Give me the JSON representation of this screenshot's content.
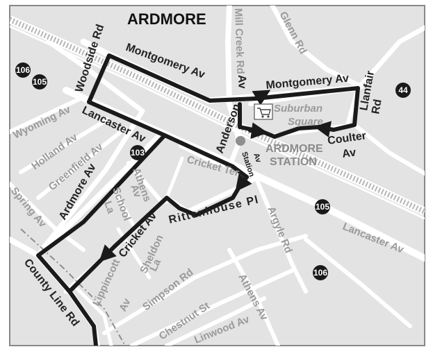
{
  "map": {
    "title": "ARDMORE",
    "colors": {
      "background": "#e3e3e3",
      "road": "#ffffff",
      "route": "#1a1a1a",
      "railway": "#ffffff",
      "railway_ties": "#b5b5b5",
      "grey_label": "#9a9a9a",
      "border": "#888888"
    },
    "streets": {
      "woodside": "Woodside Rd",
      "montgomery_w": "Montgomery Av",
      "montgomery_e": "Montgomery Av",
      "mill_creek_1": "Mill Creek Rd",
      "mill_creek_2": "Av",
      "glenn": "Glenn Rd",
      "llanfair_1": "Llanfair",
      "llanfair_2": "Rd",
      "wyoming": "Wyoming Av",
      "lancaster_w": "Lancaster Av",
      "holland": "Holland Av",
      "greenfield": "Greenfield Av",
      "anderson": "Anderson",
      "station_1": "Station",
      "station_2": "Av",
      "coulter_1": "Coulter",
      "coulter_2": "Av",
      "cricket_ter": "Cricket Ter",
      "spring": "Spring Av",
      "ardmore_av": "Ardmore Av",
      "athens_n_1": "Athens",
      "athens_n_2": "Av",
      "school_1": "School",
      "school_2": "La",
      "rittenhouse": "Rittenhouse Pl",
      "argyle": "Argyle Rd",
      "lancaster_e": "Lancaster Av",
      "cricket_av": "Cricket Av",
      "county_line": "County Line Rd",
      "lippincott_1": "Lippincott",
      "lippincott_2": "Av",
      "sheldon_1": "Sheldon",
      "sheldon_2": "La",
      "simpson": "Simpson Rd",
      "chestnut": "Chestnut St",
      "linwood": "Linwood Av",
      "athens_s": "Athens Av"
    },
    "landmarks": {
      "suburban_square_1": "Suburban",
      "suburban_square_2": "Square",
      "station_1": "ARDMORE",
      "station_2": "STATION",
      "shopping_icon": "shopping-cart-icon",
      "station_icon": "station-dot-icon"
    },
    "routes": {
      "r106_nw": "106",
      "r105_nw": "105",
      "r44": "44",
      "r103": "103",
      "r105_e": "105",
      "r106_se": "106"
    }
  }
}
